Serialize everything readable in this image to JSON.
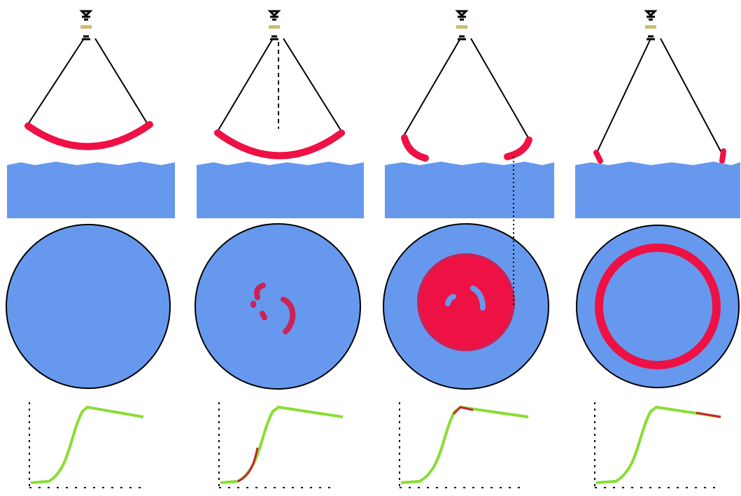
{
  "colors": {
    "surface": "#6699ee",
    "stroke": "#000000",
    "section": "#ee1144",
    "section_outline": "#bb2255",
    "curve": "#88dd33",
    "curve_highlight": "#cc2233"
  },
  "icons": {
    "source": "cone-apex-icon"
  },
  "panels": [
    {
      "id": "1",
      "cone_apex": "single",
      "intersection_shape": "none",
      "highlighted_curve_segment": "none"
    },
    {
      "id": "2",
      "cone_apex": "single",
      "intersection_shape": "small-arcs",
      "highlighted_curve_segment": "lower-ramp"
    },
    {
      "id": "3",
      "cone_apex": "single",
      "intersection_shape": "disc-with-holes",
      "highlighted_curve_segment": "knee"
    },
    {
      "id": "4",
      "cone_apex": "single",
      "intersection_shape": "ring",
      "highlighted_curve_segment": "tail"
    }
  ]
}
